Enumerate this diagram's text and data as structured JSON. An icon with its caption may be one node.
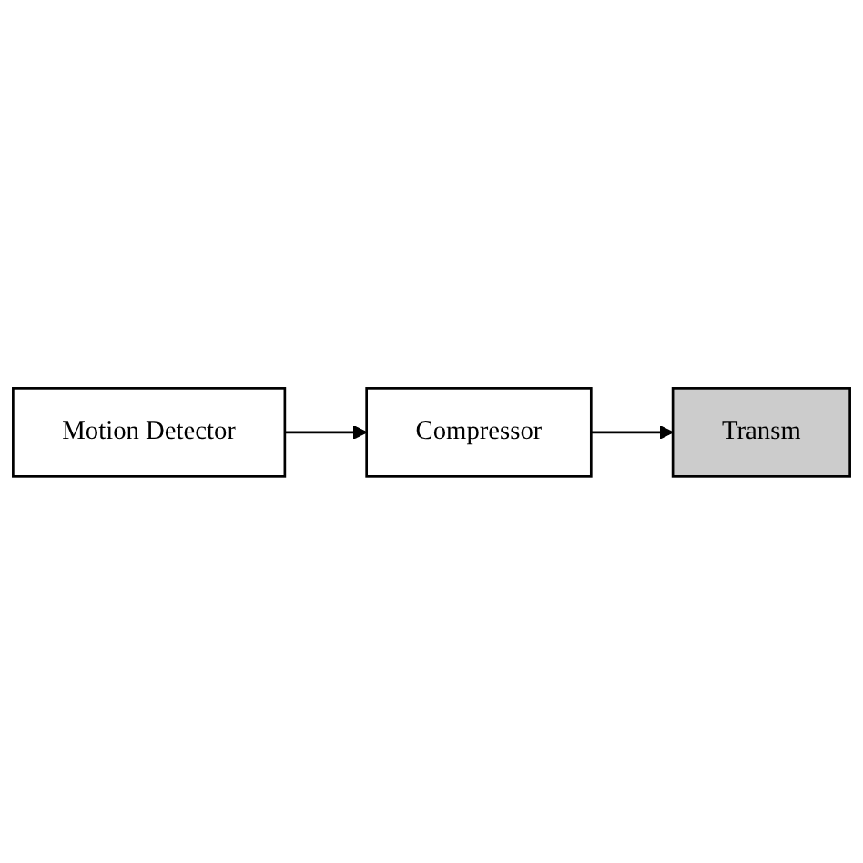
{
  "diagram": {
    "nodes": [
      {
        "text": [
          "Motion Detector"
        ]
      },
      {
        "text": [
          "Compressor"
        ]
      },
      {
        "text": [
          "Transm"
        ]
      }
    ],
    "edges": [
      {
        "from": 0,
        "to": 1,
        "arrow": "to"
      },
      {
        "from": 1,
        "to": 2,
        "arrow": "to"
      }
    ]
  }
}
